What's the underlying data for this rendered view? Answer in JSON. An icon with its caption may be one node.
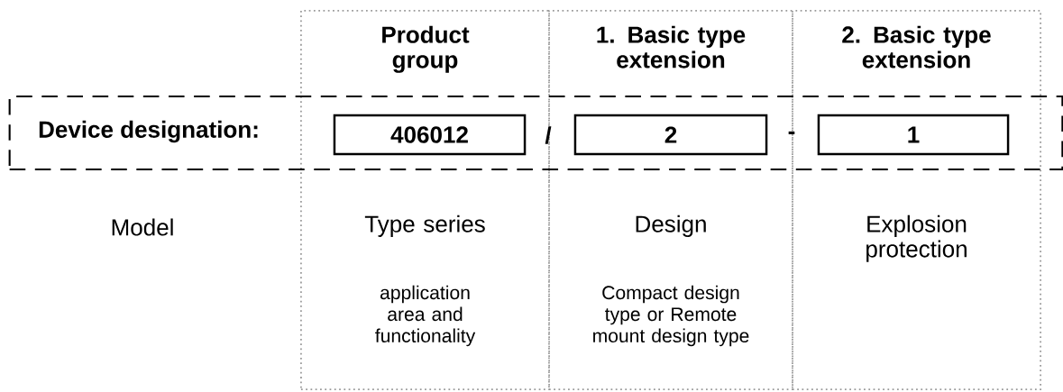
{
  "diagram": {
    "nodes": [
      {
        "text": [
          "Product group",
          "Type series",
          "application area and functionality"
        ]
      },
      {
        "text": [
          "1. Basic type extension",
          "Design",
          "Compact design type or Remote mount design type"
        ]
      },
      {
        "text": [
          "2. Basic type extension",
          "Explosion protection"
        ]
      },
      {
        "text": [
          "Device designation:"
        ]
      },
      {
        "text": [
          "406012"
        ]
      },
      {
        "text": [
          "2"
        ]
      },
      {
        "text": [
          "1"
        ]
      }
    ],
    "labels": [
      "/",
      "-",
      "Model"
    ]
  }
}
